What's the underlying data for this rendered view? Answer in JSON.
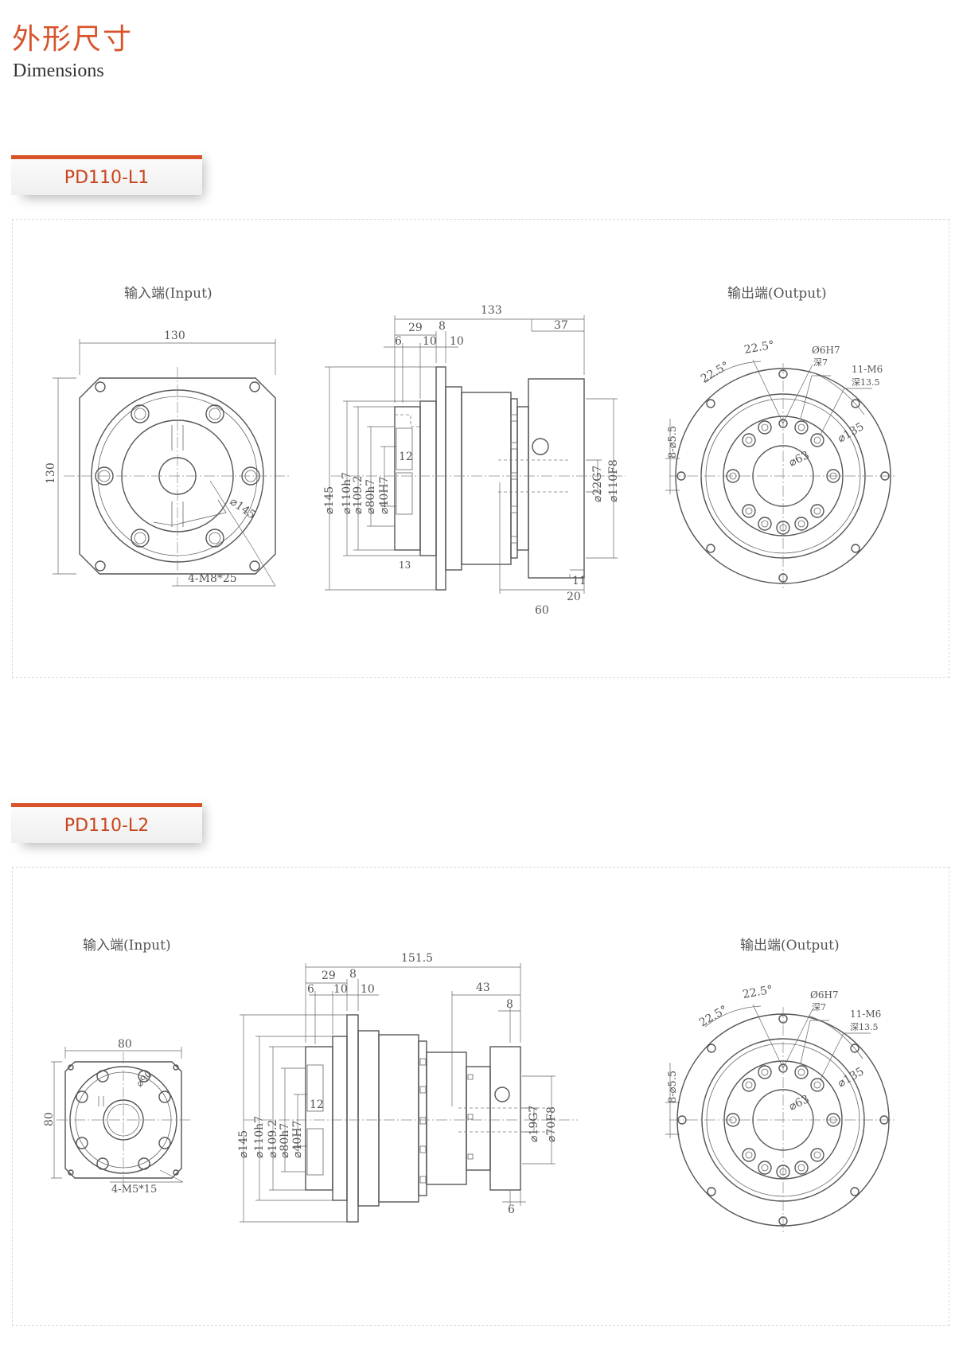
{
  "header": {
    "title_cn": "外形尺寸",
    "title_en": "Dimensions"
  },
  "sections": [
    {
      "model": "PD110-L1",
      "input_label": "输入端(Input)",
      "output_label": "输出端(Output)",
      "front": {
        "width": "130",
        "height": "130",
        "dia": "⌀145",
        "thread": "4-M8*25"
      },
      "side": {
        "overall": "133",
        "d29": "29",
        "d8": "8",
        "d6": "6",
        "d10a": "10",
        "d10b": "10",
        "d37": "37",
        "d12": "12",
        "d13": "13",
        "d11": "11",
        "d20": "20",
        "d60": "60",
        "dia_left": [
          "⌀145",
          "⌀110h7",
          "⌀109.2",
          "⌀80h7",
          "⌀40H7"
        ],
        "dia_right": [
          "⌀22G7",
          "⌀110F8"
        ]
      },
      "output": {
        "a1": "22.5°",
        "a2": "22.5°",
        "pin": "Ø6H7",
        "pin_depth": "深7",
        "thread": "11-M6",
        "thread_depth": "深13.5",
        "pcd": "⌀135",
        "bore": "⌀63",
        "holes": "8-⌀5.5"
      }
    },
    {
      "model": "PD110-L2",
      "input_label": "输入端(Input)",
      "output_label": "输出端(Output)",
      "front": {
        "width": "80",
        "height": "80",
        "dia": "⌀90",
        "thread": "4-M5*15"
      },
      "side": {
        "overall": "151.5",
        "d29": "29",
        "d8": "8",
        "d6": "6",
        "d10a": "10",
        "d10b": "10",
        "d43": "43",
        "d8b": "8",
        "d12": "12",
        "d6b": "6",
        "dia_left": [
          "⌀145",
          "⌀110h7",
          "⌀109.2",
          "⌀80h7",
          "⌀40H7"
        ],
        "dia_right": [
          "⌀19G7",
          "⌀70F8"
        ]
      },
      "output": {
        "a1": "22.5°",
        "a2": "22.5°",
        "pin": "Ø6H7",
        "pin_depth": "深7",
        "thread": "11-M6",
        "thread_depth": "深13.5",
        "pcd": "⌀135",
        "bore": "⌀63",
        "holes": "8-⌀5.5"
      }
    }
  ]
}
